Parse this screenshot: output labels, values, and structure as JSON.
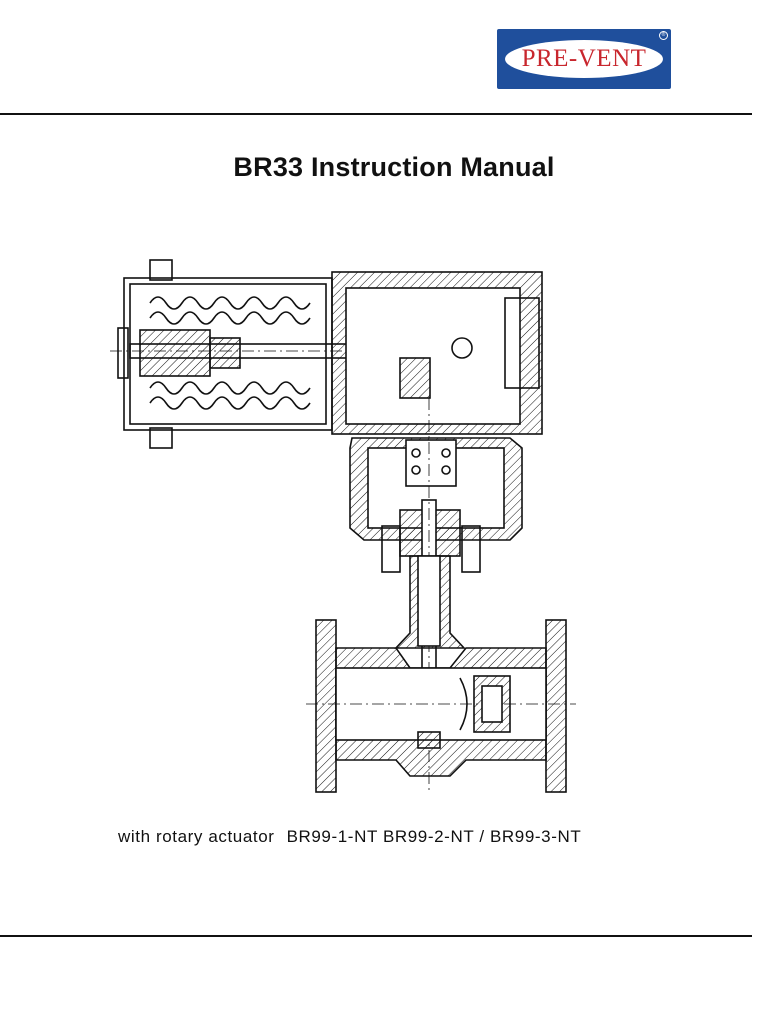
{
  "logo": {
    "text": "PRE-VENT",
    "registered_mark": "®"
  },
  "title": "BR33 Instruction Manual",
  "caption": {
    "prefix": "with rotary actuator",
    "models": "BR99-1-NT BR99-2-NT / BR99-3-NT"
  },
  "colors": {
    "logo_blue": "#1f4f9c",
    "logo_red": "#c8262d",
    "ink": "#111111"
  }
}
